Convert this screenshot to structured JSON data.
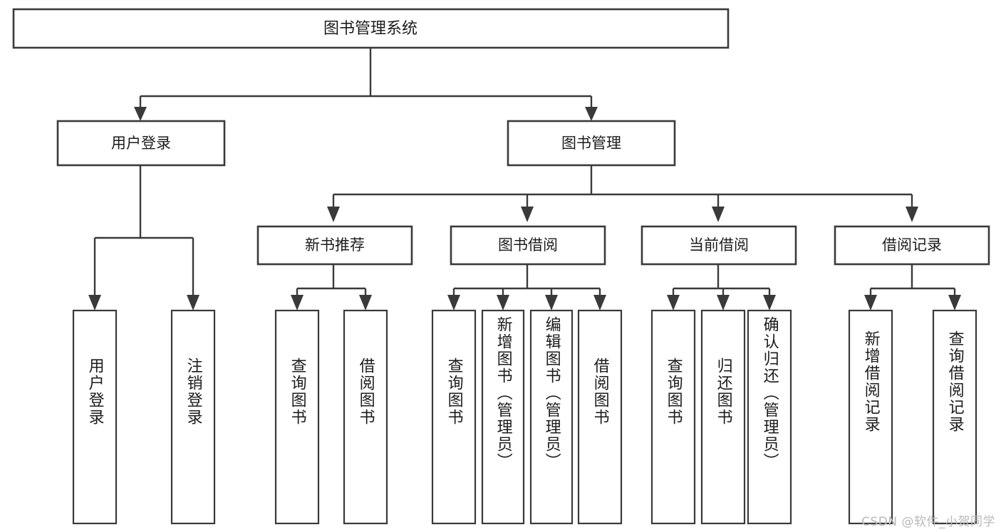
{
  "diagram": {
    "type": "tree",
    "title": "图书管理系统",
    "watermark": "CSDN @软件_小贺同学",
    "colors": {
      "background": "#ffffff",
      "stroke": "#3a3a3a",
      "text": "#1c1c1c",
      "watermark": "#b9b9b9"
    },
    "root": {
      "label": "图书管理系统"
    },
    "level2": [
      {
        "label": "用户登录"
      },
      {
        "label": "图书管理"
      }
    ],
    "level3": [
      {
        "label": "新书推荐"
      },
      {
        "label": "图书借阅"
      },
      {
        "label": "当前借阅"
      },
      {
        "label": "借阅记录"
      }
    ],
    "leaves": {
      "user_login": [
        {
          "label": "用户登录"
        },
        {
          "label": "注销登录"
        }
      ],
      "new_book_recommend": [
        {
          "label": "查询图书"
        },
        {
          "label": "借阅图书"
        }
      ],
      "book_borrow": [
        {
          "label": "查询图书"
        },
        {
          "label": "新增图书（管理员）"
        },
        {
          "label": "编辑图书（管理员）"
        },
        {
          "label": "借阅图书"
        }
      ],
      "current_borrow": [
        {
          "label": "查询图书"
        },
        {
          "label": "归还图书"
        },
        {
          "label": "确认归还（管理员）"
        }
      ],
      "borrow_record": [
        {
          "label": "新增借阅记录"
        },
        {
          "label": "查询借阅记录"
        }
      ]
    }
  }
}
